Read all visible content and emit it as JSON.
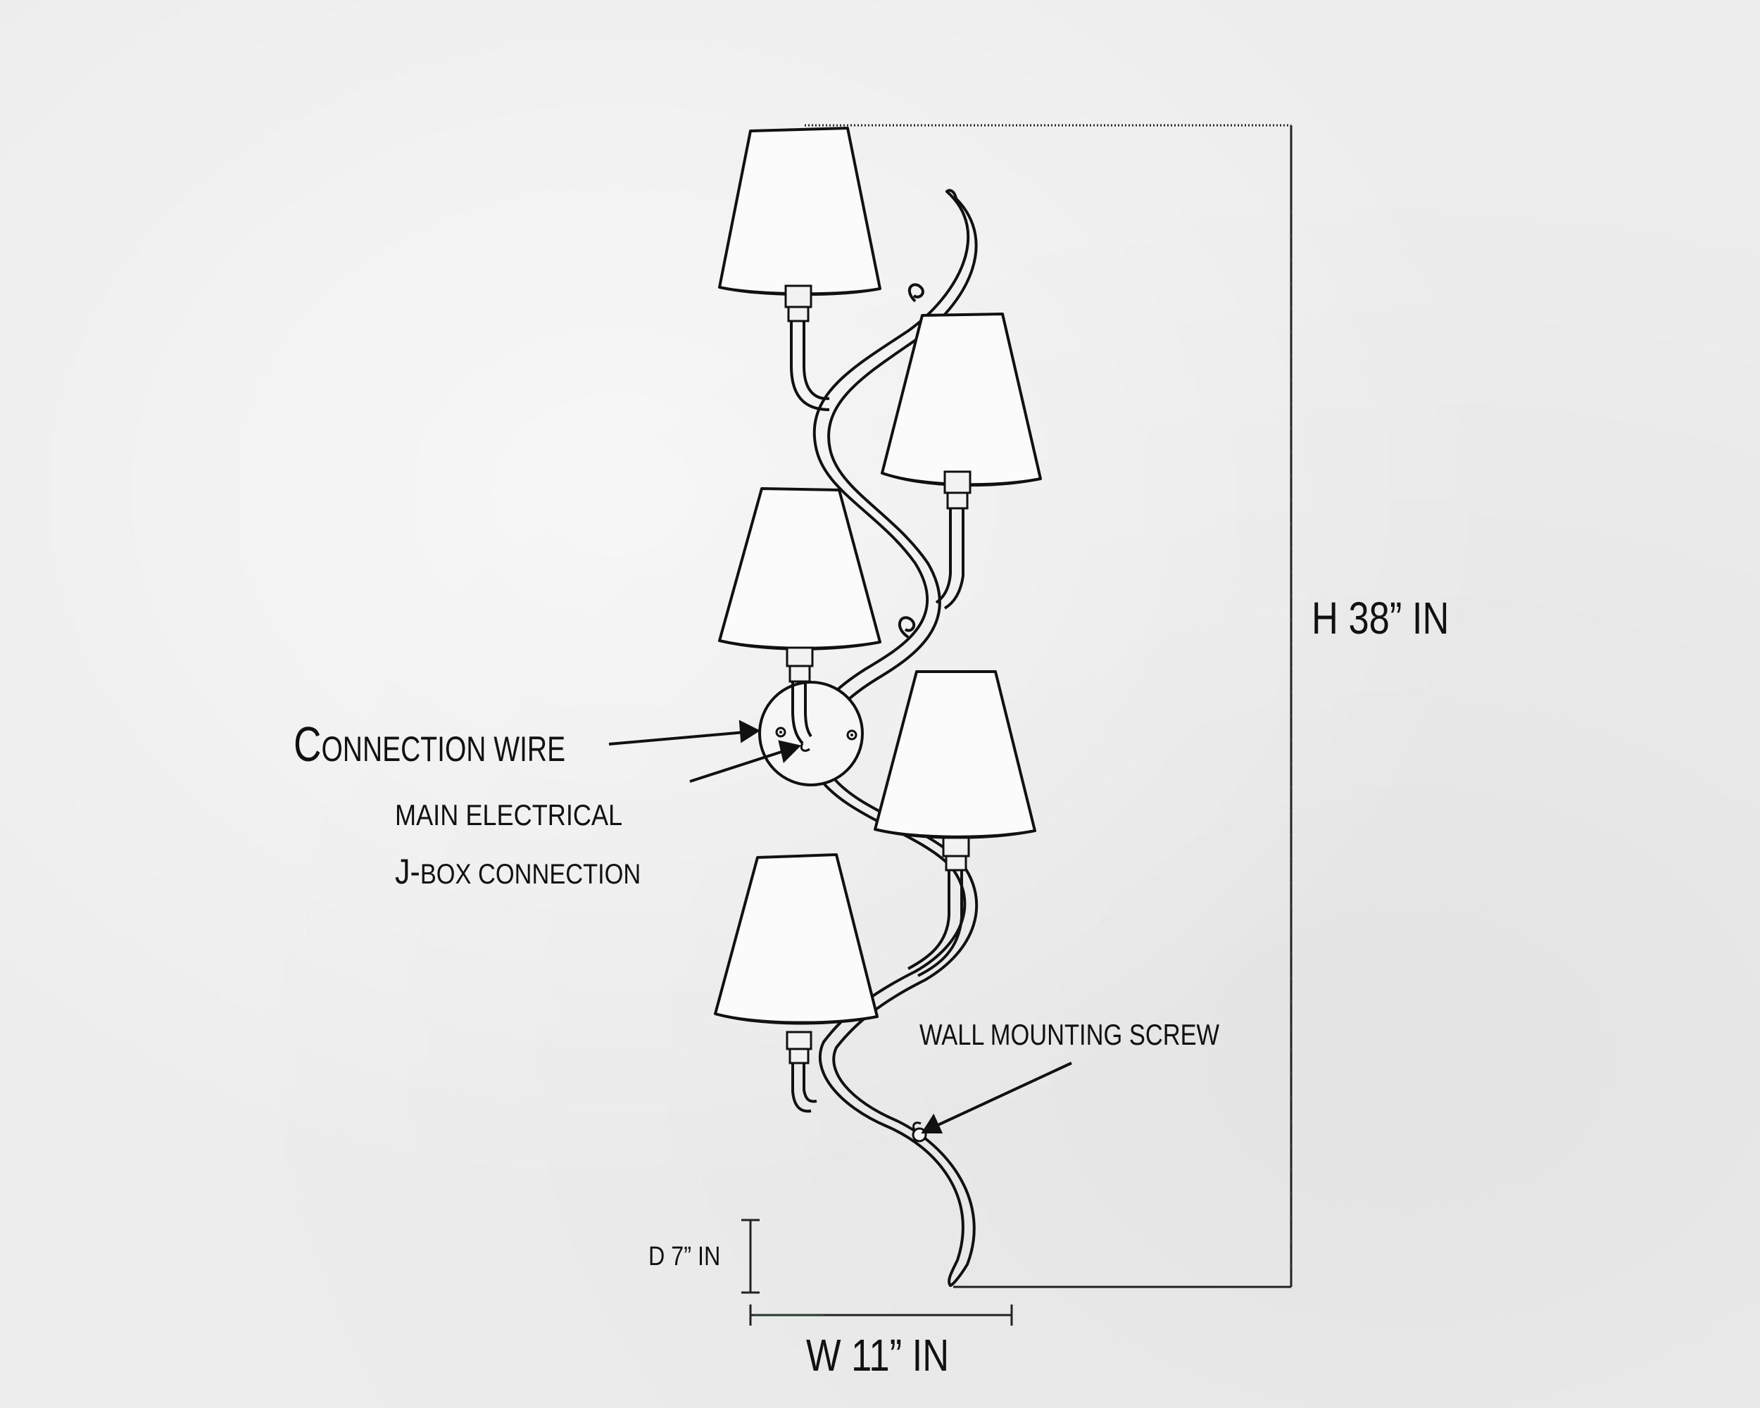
{
  "diagram": {
    "dimensions": {
      "height": "H 38” IN",
      "width": "W 11” IN",
      "depth": "D 7” IN"
    },
    "callouts": {
      "connection_wire": {
        "initial": "C",
        "rest": "ONNECTION WIRE"
      },
      "junction_box": {
        "line1": "MAIN ELECTRICAL",
        "line2_initial": "J-",
        "line2_rest": "BOX CONNECTION"
      },
      "wall_screw": "WALL MOUNTING SCREW"
    },
    "colors": {
      "background": "#ededed",
      "line": "#111111",
      "shade_fill": "#fbfbfb",
      "accent": "#1d5a2a"
    }
  }
}
